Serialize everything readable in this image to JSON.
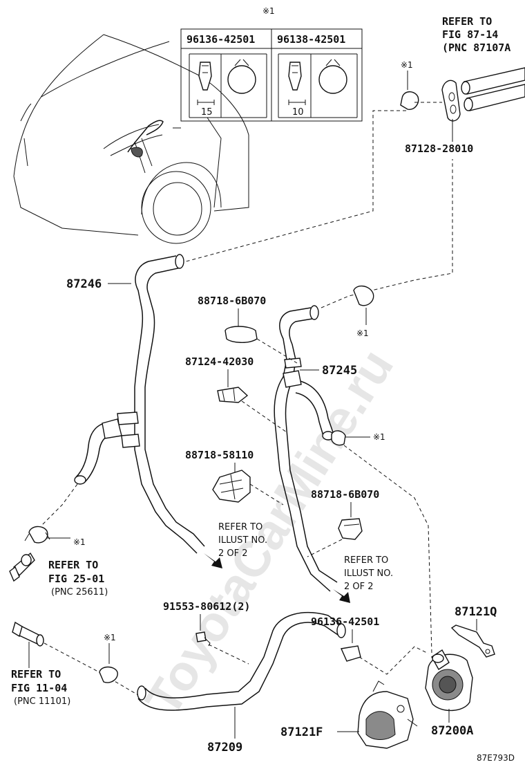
{
  "watermark": "ToyotaCarMine.ru",
  "figure_code": "87E793D",
  "clamp_table": {
    "note_mark": "※1",
    "col1_part": "96136-42501",
    "col2_part": "96138-42501",
    "col1_size": "15",
    "col2_size": "10"
  },
  "refs": {
    "top_right": {
      "line1": "REFER TO",
      "line2": "FIG 87-14",
      "line3": "(PNC 87107A"
    },
    "left_mid": {
      "line1": "REFER TO",
      "line2": "FIG 25-01",
      "line3": "(PNC 25611)"
    },
    "left_bottom": {
      "line1": "REFER TO",
      "line2": "FIG 11-04",
      "line3": "(PNC 11101)"
    },
    "illust_a": {
      "line1": "REFER TO",
      "line2": "ILLUST NO.",
      "line3": "2 OF 2"
    },
    "illust_b": {
      "line1": "REFER TO",
      "line2": "ILLUST NO.",
      "line3": "2 OF 2"
    }
  },
  "parts": {
    "p87128": "87128-28010",
    "p87246": "87246",
    "p88718_top": "88718-6B070",
    "p87124": "87124-42030",
    "p87245": "87245",
    "p88718_58110": "88718-58110",
    "p88718_mid": "88718-6B070",
    "p91553": "91553-80612(2)",
    "p96136": "96136-42501",
    "p87121q": "87121Q",
    "p87121f": "87121F",
    "p87200a": "87200A",
    "p87209": "87209"
  },
  "marks": {
    "m_top_table": "※1",
    "m_top_clamp": "※1",
    "m_clamp_mid": "※1",
    "m_clamp_right": "※1",
    "m_clamp_left": "※1",
    "m_clamp_bottom": "※1"
  }
}
